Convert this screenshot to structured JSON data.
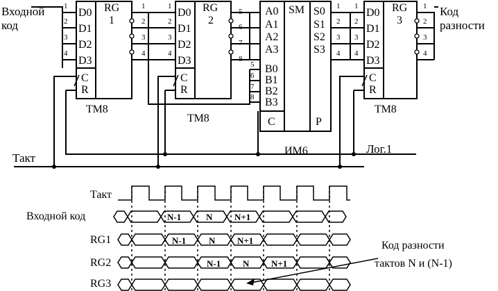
{
  "schematic": {
    "input_label": [
      "Входной",
      "код"
    ],
    "output_label": [
      "Код",
      "разности"
    ],
    "clock_label": "Такт",
    "logic_one_label": "Лог.1",
    "pin_numbers": [
      "1",
      "2",
      "3",
      "4",
      "5",
      "6",
      "7",
      "8"
    ],
    "registers": [
      {
        "header": "RG",
        "index": "1",
        "type": "ТМ8",
        "inputs": [
          "D0",
          "D1",
          "D2",
          "D3"
        ],
        "controls": [
          "C",
          "R"
        ]
      },
      {
        "header": "RG",
        "index": "2",
        "type": "ТМ8",
        "inputs": [
          "D0",
          "D1",
          "D2",
          "D3"
        ],
        "controls": [
          "C",
          "R"
        ]
      },
      {
        "header": "RG",
        "index": "3",
        "type": "ТМ8",
        "inputs": [
          "D0",
          "D1",
          "D2",
          "D3"
        ],
        "controls": [
          "C",
          "R"
        ]
      }
    ],
    "adder": {
      "header": "SM",
      "type": "ИМ6",
      "a_inputs": [
        "A0",
        "A1",
        "A2",
        "A3"
      ],
      "b_inputs": [
        "B0",
        "B1",
        "B2",
        "B3"
      ],
      "outputs": [
        "S0",
        "S1",
        "S2",
        "S3"
      ],
      "carry_in": "C",
      "carry_out": "P"
    }
  },
  "timing": {
    "rows": [
      "Такт",
      "Входной код",
      "RG1",
      "RG2",
      "RG3"
    ],
    "cell_labels": [
      "N-1",
      "N",
      "N+1"
    ],
    "annotation": [
      "Код разности",
      "тактов N и (N-1)"
    ]
  }
}
